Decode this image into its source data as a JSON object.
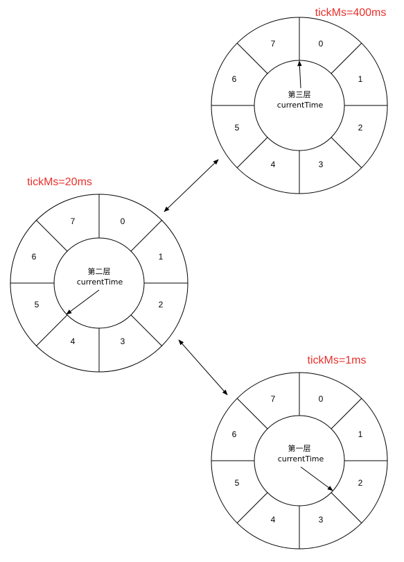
{
  "colors": {
    "line": "#000000",
    "label": "#e8302a",
    "background": "#ffffff"
  },
  "wheels": [
    {
      "id": "wheel-layer-3",
      "tick_label": "tickMs=400ms",
      "layer_label": "第三层",
      "time_label": "currentTime",
      "slots": [
        "0",
        "1",
        "2",
        "3",
        "4",
        "5",
        "6",
        "7"
      ],
      "current_slot": "7/0 boundary"
    },
    {
      "id": "wheel-layer-2",
      "tick_label": "tickMs=20ms",
      "layer_label": "第二层",
      "time_label": "currentTime",
      "slots": [
        "0",
        "1",
        "2",
        "3",
        "4",
        "5",
        "6",
        "7"
      ],
      "current_slot": "4/5 boundary"
    },
    {
      "id": "wheel-layer-1",
      "tick_label": "tickMs=1ms",
      "layer_label": "第一层",
      "time_label": "currentTime",
      "slots": [
        "0",
        "1",
        "2",
        "3",
        "4",
        "5",
        "6",
        "7"
      ],
      "current_slot": "2/3 boundary"
    }
  ],
  "connectors": [
    "layer-2 <-> layer-3",
    "layer-2 <-> layer-1"
  ]
}
